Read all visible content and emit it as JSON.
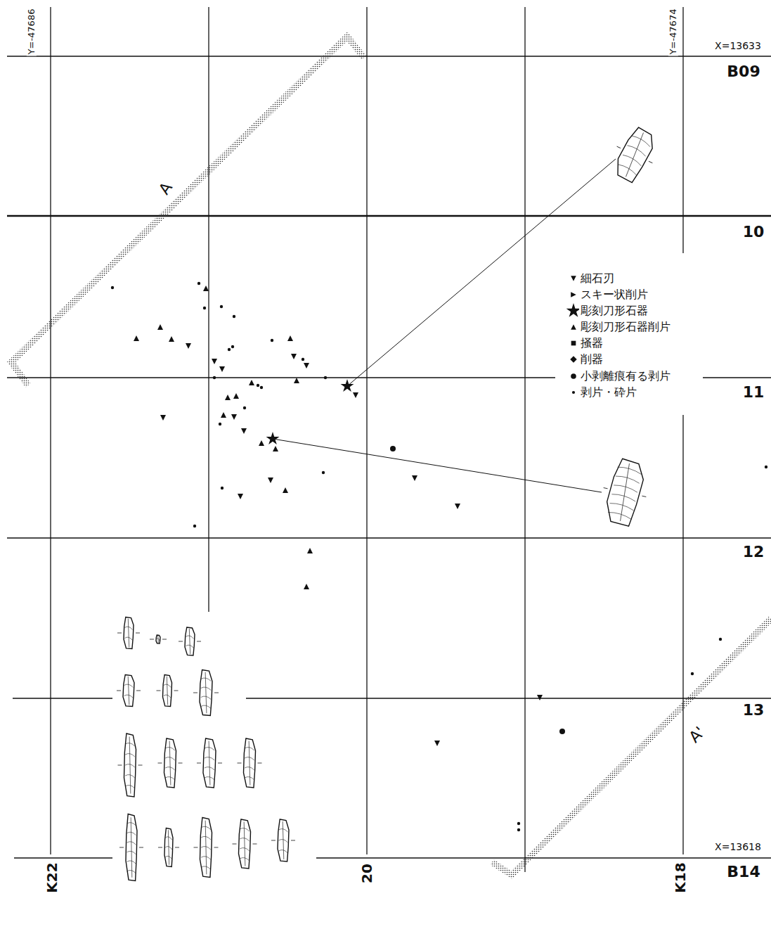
{
  "diagram": {
    "labels": [
      "Y=-47686",
      "Y=-47674",
      "X=13633",
      "B09",
      "10",
      "11",
      "12",
      "13",
      "X=13618",
      "B14",
      "K22",
      "20",
      "K18",
      "A",
      "A'"
    ],
    "legend": [
      {
        "text": "細石刃"
      },
      {
        "text": "スキー状削片"
      },
      {
        "text": "彫刻刀形石器"
      },
      {
        "text": "彫刻刀形石器削片"
      },
      {
        "text": "掻器"
      },
      {
        "text": "削器"
      },
      {
        "text": "小剥離痕有る剥片"
      },
      {
        "text": "剥片・砕片"
      }
    ]
  }
}
